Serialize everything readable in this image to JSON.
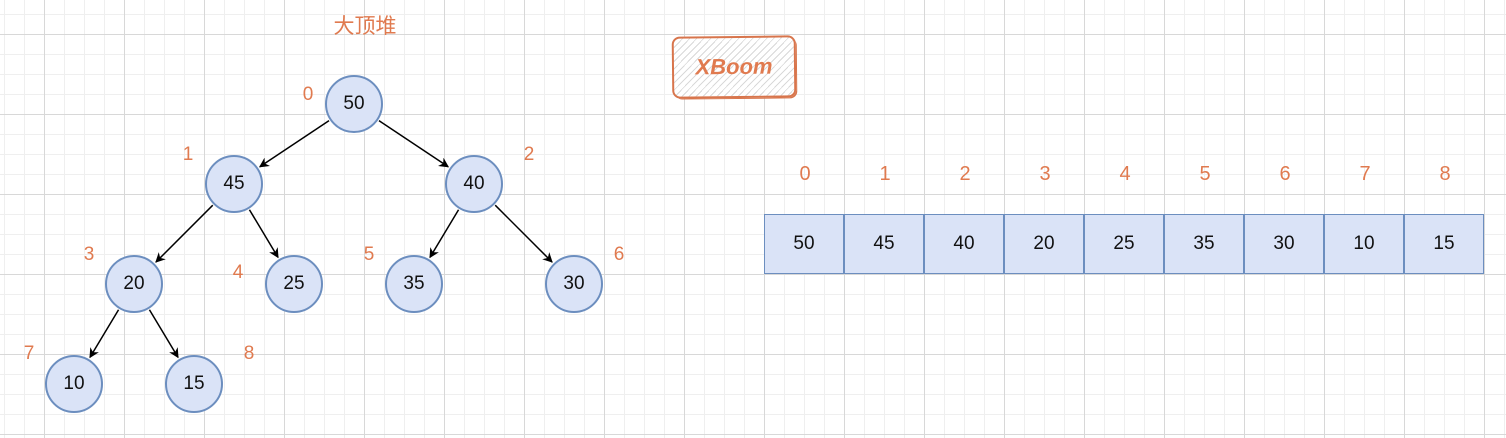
{
  "title": "大顶堆",
  "watermark": "XBoom",
  "heap": {
    "nodes": [
      {
        "index": "0",
        "value": "50"
      },
      {
        "index": "1",
        "value": "45"
      },
      {
        "index": "2",
        "value": "40"
      },
      {
        "index": "3",
        "value": "20"
      },
      {
        "index": "4",
        "value": "25"
      },
      {
        "index": "5",
        "value": "35"
      },
      {
        "index": "6",
        "value": "30"
      },
      {
        "index": "7",
        "value": "10"
      },
      {
        "index": "8",
        "value": "15"
      }
    ],
    "edges": [
      [
        0,
        1
      ],
      [
        0,
        2
      ],
      [
        1,
        3
      ],
      [
        1,
        4
      ],
      [
        2,
        5
      ],
      [
        2,
        6
      ],
      [
        3,
        7
      ],
      [
        3,
        8
      ]
    ]
  },
  "array": {
    "indices": [
      "0",
      "1",
      "2",
      "3",
      "4",
      "5",
      "6",
      "7",
      "8"
    ],
    "values": [
      "50",
      "45",
      "40",
      "20",
      "25",
      "35",
      "30",
      "10",
      "15"
    ]
  },
  "colors": {
    "accent": "#e07a4f",
    "node_fill": "#dae3f7",
    "node_stroke": "#6c8ebf"
  }
}
